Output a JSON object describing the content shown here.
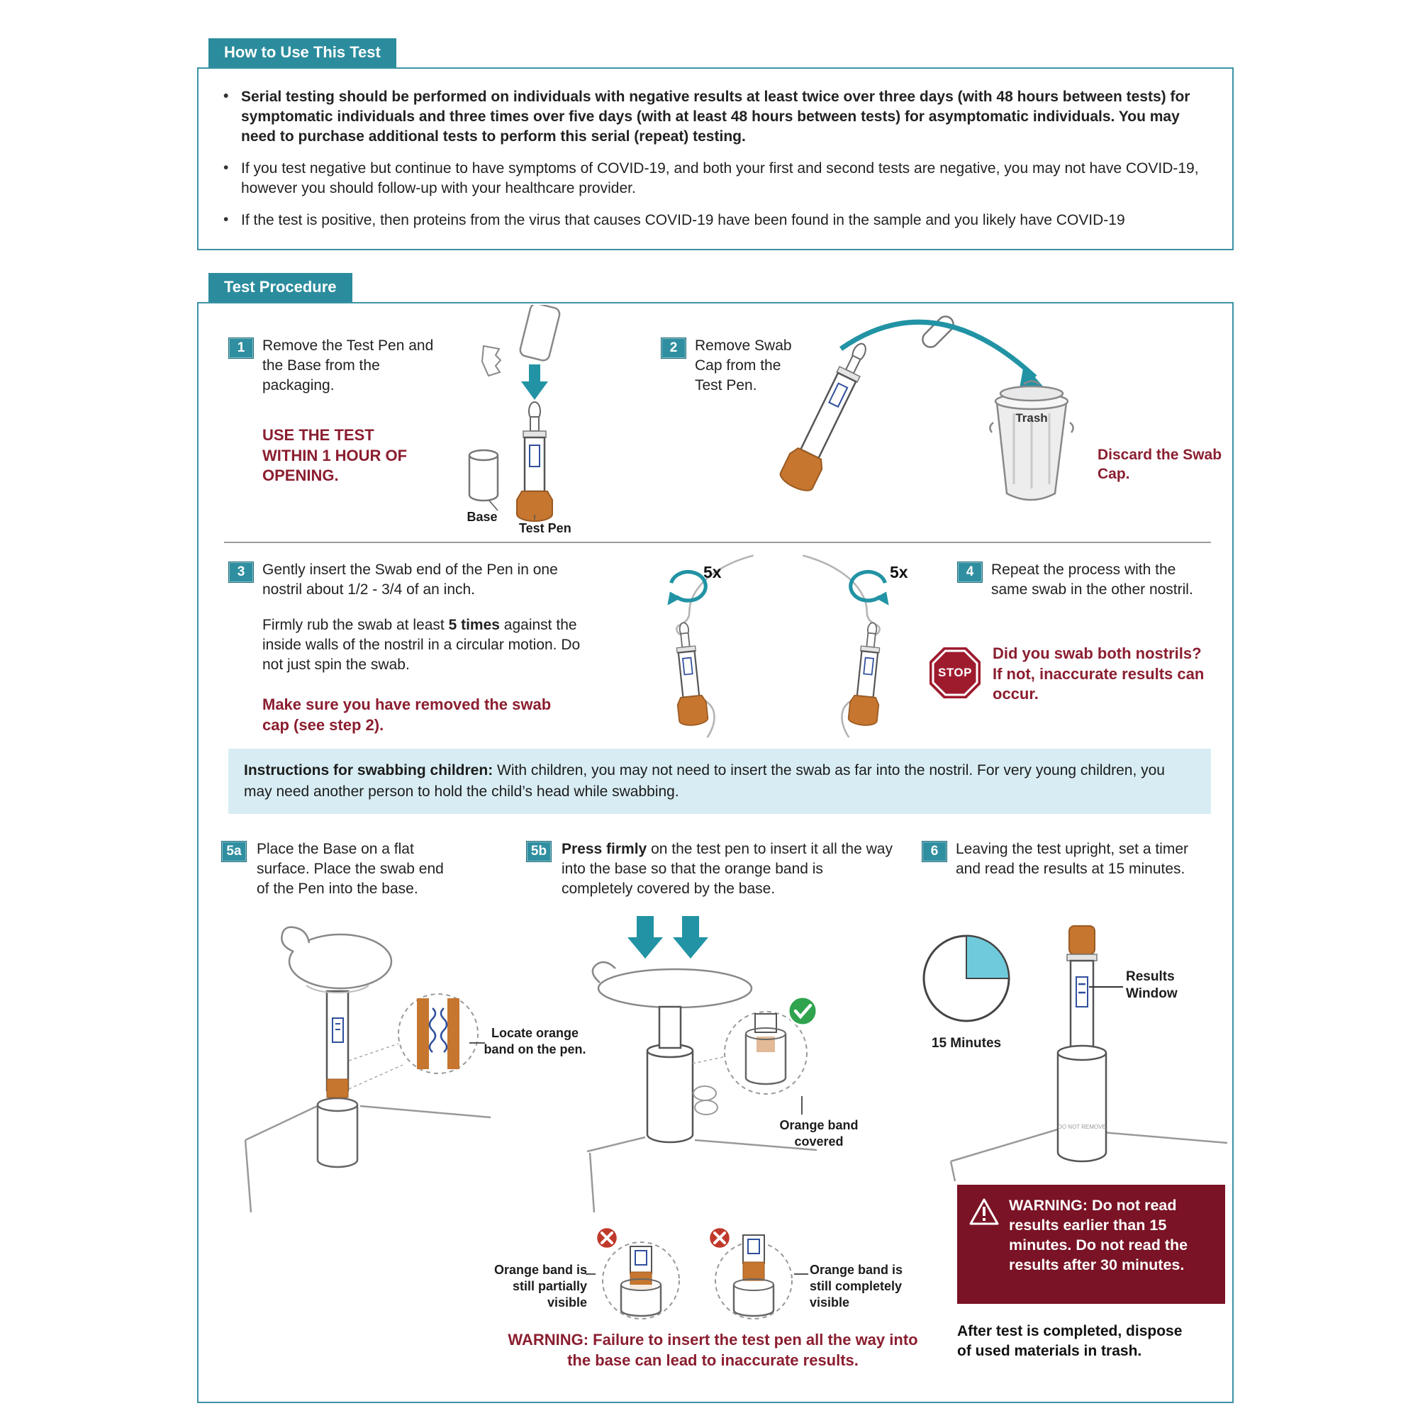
{
  "colors": {
    "teal": "#2B8C9D",
    "dark_red": "#8B1E30",
    "warning_box_bg": "#7A1325",
    "children_banner_bg": "#D8EDF3",
    "orange_band": "#C6762F",
    "pen_blue": "#2F4F9D",
    "check_green": "#2FA34D",
    "x_red": "#C0392B",
    "timer_fill": "#6FCBDC"
  },
  "icons": {
    "trash_can": "cylindrical bin with lid",
    "stop_sign": "red octagon",
    "check": "✓",
    "cross": "✕",
    "warning_triangle": "⚠",
    "down_arrow": "↓",
    "circular_arrow": "↻",
    "timer": "quarter-filled pie clock"
  },
  "how_to_use": {
    "title": "How to Use This Test",
    "bullet1": "Serial testing should be performed on individuals with negative results at least twice over three days (with 48 hours between tests) for symptomatic individuals and three times over five days (with at least 48 hours between tests) for asymptomatic individuals. You may need to purchase additional tests to perform this serial (repeat) testing.",
    "bullet2": "If you test negative but continue to have symptoms of COVID-19, and both your first and second tests are negative, you may not have COVID-19, however you should follow-up with your healthcare provider.",
    "bullet3": "If the test is positive, then proteins from the virus that causes COVID-19 have been found in the sample and you likely have COVID-19"
  },
  "procedure": {
    "title": "Test Procedure",
    "step1": {
      "num": "1",
      "text": "Remove the Test Pen and the Base from the packaging.",
      "warning": "USE THE TEST WITHIN 1 HOUR OF OPENING.",
      "base_label": "Base",
      "pen_label": "Test Pen"
    },
    "step2": {
      "num": "2",
      "text": "Remove Swab Cap from the Test Pen.",
      "trash_label": "Trash",
      "discard_label": "Discard the Swab Cap."
    },
    "step3": {
      "num": "3",
      "p1": "Gently insert the Swab end of the Pen in one nostril about 1/2 - 3/4 of an inch.",
      "p2_a": "Firmly rub the swab at least ",
      "p2_b": "5 times",
      "p2_c": " against the inside walls of the nostril in a circular motion. Do not just spin the swab.",
      "warning": "Make sure you have removed the swab cap (see step 2).",
      "swab_count_left": "5x",
      "swab_count_right": "5x"
    },
    "step4": {
      "num": "4",
      "text": "Repeat the process with the same swab in the other nostril.",
      "stop_label": "STOP",
      "warning": "Did you swab both nostrils? If not, inaccurate results can occur."
    },
    "children_note": {
      "lead": "Instructions for swabbing children:",
      "text": " With children, you may not need to insert the swab as far into the nostril. For very young children, you may need another person to hold the child’s head while swabbing."
    },
    "step5a": {
      "num": "5a",
      "text": "Place the Base on a flat surface. Place the swab end of the Pen into the base.",
      "locate_label": "Locate orange band on the pen."
    },
    "step5b": {
      "num": "5b",
      "lead": "Press firmly",
      "text": " on the test pen to insert it all the way into the base so that the orange band is completely covered by the base.",
      "covered_label": "Orange band covered",
      "partial_label": "Orange band is still partially visible",
      "visible_label": "Orange band is still completely visible",
      "warning": "WARNING:  Failure to insert the test pen all the way into the base can lead to inaccurate results."
    },
    "step6": {
      "num": "6",
      "text": "Leaving the test upright, set a timer and read the results at 15 minutes.",
      "timer_label": "15 Minutes",
      "results_label": "Results Window",
      "pen_text": "DO NOT REMOVE",
      "warning": "WARNING: Do not read results earlier than 15 minutes. Do not read the results after 30 minutes.",
      "after_text": "After test is completed, dispose of used materials in trash."
    }
  }
}
